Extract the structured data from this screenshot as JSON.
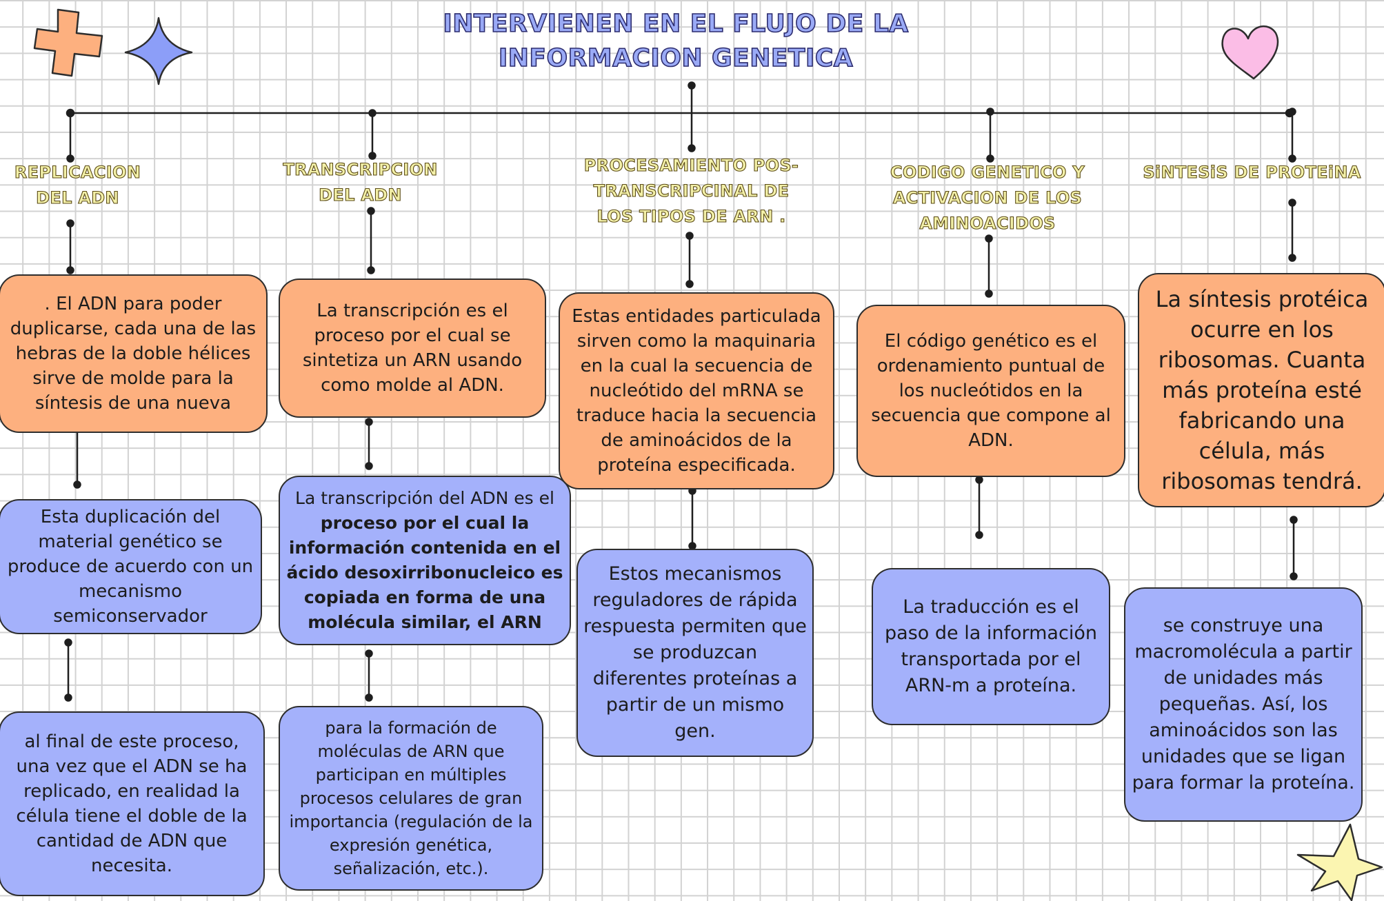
{
  "title": "INTERVIENEN EN EL FLUJO DE LA INFORMACION GENETICA",
  "headings": {
    "replicacion": "REPLICACION DEL ADN",
    "transcripcion": "TRANSCRIPCION DEL ADN",
    "procesamiento": "PROCESAMIENTO POS-TRANSCRIPCINAL DE LOS TIPOS DE ARN .",
    "codigo": "CODIGO GENETICO Y ACTIVACION DE LOS AMINOACIDOS",
    "sintesis": "SiNTESiS DE PROTEiNA"
  },
  "boxes": {
    "replicacion_1": ". El ADN para poder duplicarse, cada una de las hebras de la doble hélices sirve de molde para la síntesis de una nueva",
    "replicacion_2": "Esta duplicación del material genético se produce de acuerdo con un mecanismo semiconservador",
    "replicacion_3": "al final de este proceso, una vez que el ADN se ha replicado, en realidad la célula tiene el doble de la cantidad de ADN que necesita.",
    "transcripcion_1": "La transcripción es el proceso por el cual se sintetiza un ARN usando como molde al ADN.",
    "transcripcion_2_intro": "La transcripción del ADN es el",
    "transcripcion_2_bold": "proceso por el cual la información contenida en el ácido desoxirribonucleico es copiada en forma de una molécula similar, el ARN",
    "transcripcion_3": "para la formación de moléculas de ARN que participan en múltiples procesos celulares de gran importancia (regulación de la expresión genética, señalización, etc.).",
    "procesamiento_1": "Estas entidades particulada sirven como la maquinaria en la cual la secuencia de nucleótido del mRNA se traduce hacia la secuencia de aminoácidos de la proteína especificada.",
    "procesamiento_2": "Estos mecanismos reguladores de rápida respuesta permiten que se produzcan diferentes proteínas a partir de un mismo gen.",
    "codigo_1": "El código genético es el ordenamiento puntual de los nucleótidos en la secuencia que compone al ADN.",
    "codigo_2": "La traducción es el paso de la información transportada por el ARN-m a proteína.",
    "sintesis_1": "La síntesis protéica ocurre en los ribosomas. Cuanta más proteína esté fabricando una célula, más ribosomas tendrá.",
    "sintesis_2": "se construye una macromolécula a partir de unidades más pequeñas. Así, los aminoácidos son las unidades que se ligan para formar la proteína."
  },
  "colors": {
    "orange_box": "#fdb07f",
    "blue_box": "#a4b1fb",
    "grid": "#d2d2d2",
    "heading_fill": "#f3f0a8",
    "title_fill": "#9aaaf6"
  },
  "decorations": [
    "orange-cross-icon",
    "blue-star-icon",
    "pink-heart-icon",
    "yellow-star-icon"
  ]
}
